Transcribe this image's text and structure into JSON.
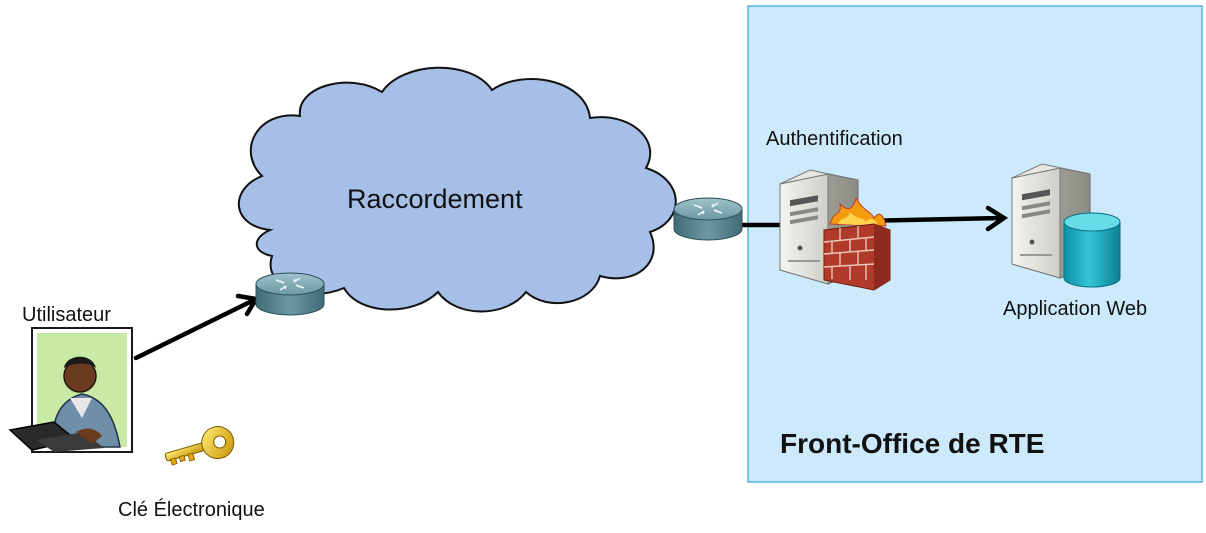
{
  "diagram": {
    "network_label": "Raccordement",
    "auth_label": "Authentification",
    "app_label": "Application Web",
    "user_label": "Utilisateur",
    "key_label": "Clé Électronique",
    "zone_label": "Front-Office de RTE"
  },
  "colors": {
    "zone_fill": "#cdeafc",
    "zone_border": "#55b6e0",
    "cloud_fill": "#a5bfe6",
    "cloud_stroke": "#111111",
    "router": "#5c8a96",
    "server": "#d9d9d4",
    "database": "#1fb3c7",
    "firewall": "#c0392b",
    "key": "#e8b400",
    "arrow": "#000000"
  },
  "icons": [
    "router-icon",
    "server-icon",
    "firewall-icon",
    "database-icon",
    "user-at-laptop-icon",
    "key-icon"
  ]
}
